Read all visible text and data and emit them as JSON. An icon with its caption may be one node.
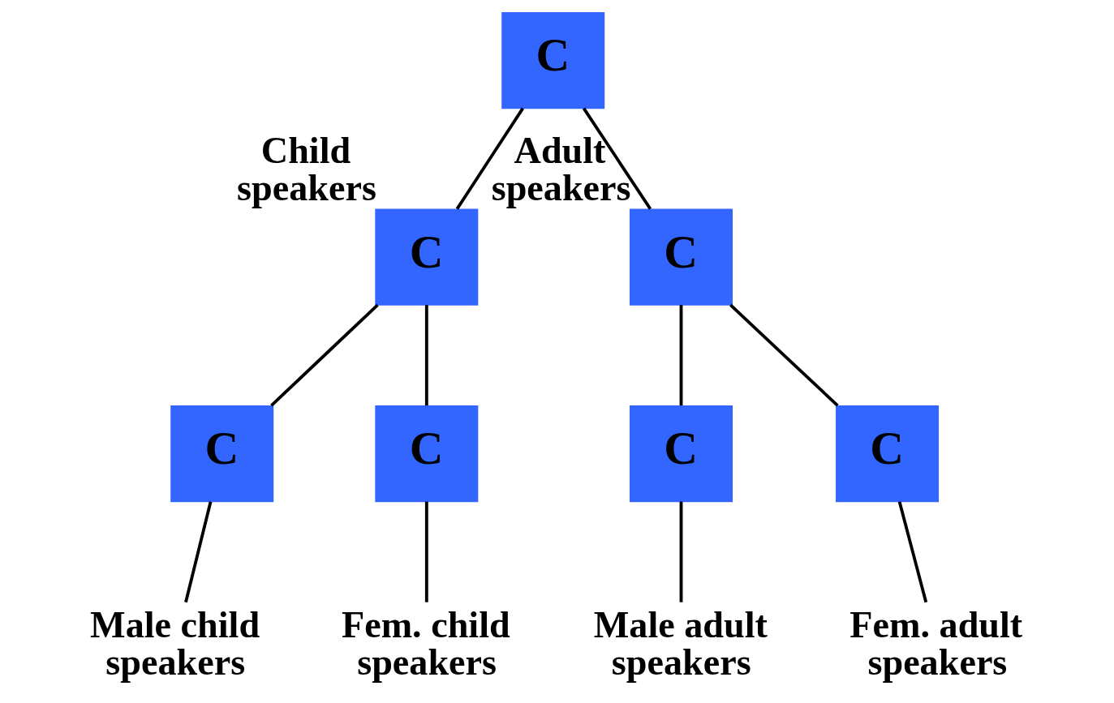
{
  "diagram": {
    "nodes": [
      {
        "text": [
          "C"
        ]
      },
      {
        "text": [
          "C"
        ],
        "beside": [
          "Child speakers"
        ]
      },
      {
        "text": [
          "C"
        ],
        "beside": [
          "Adult speakers"
        ]
      },
      {
        "text": [
          "C"
        ]
      },
      {
        "text": [
          "C"
        ]
      },
      {
        "text": [
          "C"
        ]
      },
      {
        "text": [
          "C"
        ]
      },
      {
        "text": [
          "Male child speakers"
        ]
      },
      {
        "text": [
          "Fem. child speakers"
        ]
      },
      {
        "text": [
          "Male adult speakers"
        ]
      },
      {
        "text": [
          "Fem. adult speakers"
        ]
      }
    ],
    "edges": [
      {
        "from": 0,
        "to": 1,
        "arrow": "none"
      },
      {
        "from": 0,
        "to": 2,
        "arrow": "none"
      },
      {
        "from": 1,
        "to": 3,
        "arrow": "none"
      },
      {
        "from": 1,
        "to": 4,
        "arrow": "none"
      },
      {
        "from": 2,
        "to": 5,
        "arrow": "none"
      },
      {
        "from": 2,
        "to": 6,
        "arrow": "none"
      },
      {
        "from": 3,
        "to": 7,
        "arrow": "none"
      },
      {
        "from": 4,
        "to": 8,
        "arrow": "none"
      },
      {
        "from": 5,
        "to": 9,
        "arrow": "none"
      },
      {
        "from": 6,
        "to": 10,
        "arrow": "none"
      }
    ]
  }
}
